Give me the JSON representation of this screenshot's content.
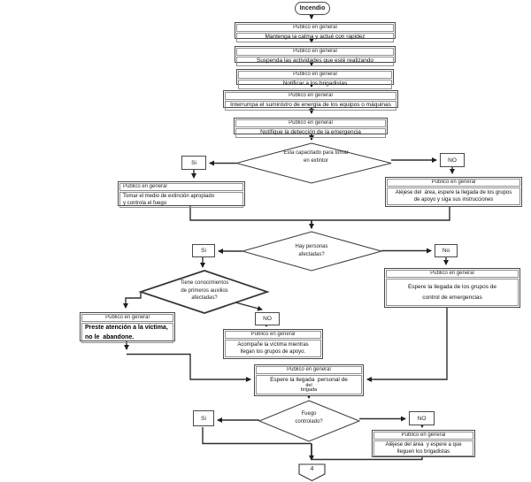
{
  "flow": {
    "start": "Incendio",
    "header": "Publico en general",
    "steps": {
      "s1": "Mantenga la calma y actué con rapidez",
      "s2": "Suspenda las actividades que esté realizando",
      "s3": "Notificar a los brigadistas",
      "s4": "Interrumpa el suministro de energía de los equipos o máquinas",
      "s5": "Notifique la detección de la emergencia"
    },
    "d1": {
      "q1": "Esta capacitado para tomar",
      "q2": "en extintor",
      "yes": "Si",
      "no": "NO"
    },
    "extinguish": {
      "l1": "Tomar el medio de extinción apropiado",
      "l2": "y controla el fuego"
    },
    "move_away": {
      "l1": "Aléjese del  área, espere la llegada de los grupos",
      "l2": "de apoyo y siga sus instrucciones"
    },
    "d2": {
      "q1": "Hay personas",
      "q2": "afectadas?",
      "yes": "Si",
      "no": "No"
    },
    "wait_groups": {
      "l1": "Espere la llegada de los grupos de",
      "l2": "control de emergencias"
    },
    "d3": {
      "q1": "Tiene conocimientos",
      "q2": "de primeros auxilios",
      "q3": "afectadas?",
      "no": "NO"
    },
    "attend": {
      "l1": "Preste atención a la víctima,",
      "l2": "no le  abandone."
    },
    "accompany": {
      "l1": "Acompañe la víctima mientras",
      "l2": "llegan los grupos de apoyo."
    },
    "wait_brigade": {
      "l1": "Espere la llegada  personal de",
      "l2": "del",
      "l3": "brigada"
    },
    "d4": {
      "q1": "Fuego",
      "q2": "controlado?",
      "yes": "Si",
      "no": "NO"
    },
    "move_away2": {
      "l1": "Aléjese del área  y espere a que",
      "l2": "lleguen los brigadistas"
    },
    "connector": "4"
  },
  "colors": {
    "line": "#2f2f2f",
    "border": "#4a4a4a",
    "background": "#ffffff"
  }
}
